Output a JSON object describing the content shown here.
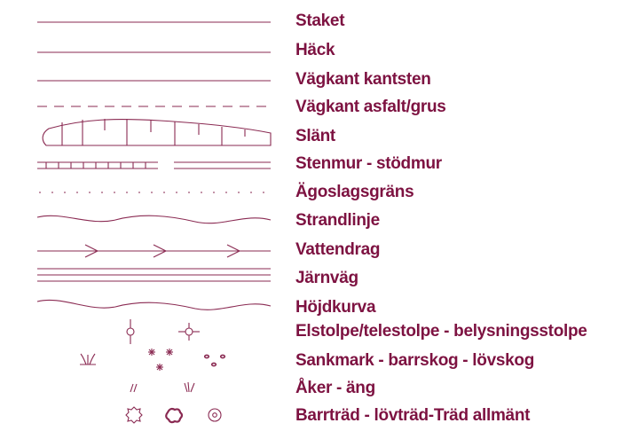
{
  "colors": {
    "symbol": "#8a2a52",
    "text": "#7d1241",
    "background": "#ffffff"
  },
  "legend": {
    "items": [
      {
        "key": "staket",
        "symbol": "solid-line",
        "label": "Staket"
      },
      {
        "key": "hack",
        "symbol": "solid-line",
        "label": "Häck"
      },
      {
        "key": "vagkant-kantsten",
        "symbol": "solid-line",
        "label": "Vägkant kantsten"
      },
      {
        "key": "vagkant-asfalt-grus",
        "symbol": "dashed-line",
        "label": "Vägkant asfalt/grus"
      },
      {
        "key": "slant",
        "symbol": "slope-hachure",
        "label": "Slänt"
      },
      {
        "key": "stenmur-stodmur",
        "symbol": "wall-lines",
        "label": "Stenmur - stödmur"
      },
      {
        "key": "agoslagsgrans",
        "symbol": "dotted-line",
        "label": "Ägoslagsgräns"
      },
      {
        "key": "strandlinje",
        "symbol": "wavy-line",
        "label": "Strandlinje"
      },
      {
        "key": "vattendrag",
        "symbol": "arrow-line",
        "label": "Vattendrag"
      },
      {
        "key": "jarnvag",
        "symbol": "triple-line",
        "label": "Järnväg"
      },
      {
        "key": "hojdkurva",
        "symbol": "wavy-line",
        "label": "Höjdkurva"
      },
      {
        "key": "elstolpe-belysningsstolpe",
        "symbol": "pole-symbols",
        "label": "Elstolpe/telestolpe - belysningsstolpe"
      },
      {
        "key": "sankmark-barrskog-lovskog",
        "symbol": "vegetation-symbols",
        "label": "Sankmark - barrskog - lövskog"
      },
      {
        "key": "aker-ang",
        "symbol": "field-symbols",
        "label": "Åker - äng"
      },
      {
        "key": "barrtrad-lovtrad-trad",
        "symbol": "tree-symbols",
        "label": "Barrträd - lövträd-Träd allmänt"
      }
    ]
  }
}
